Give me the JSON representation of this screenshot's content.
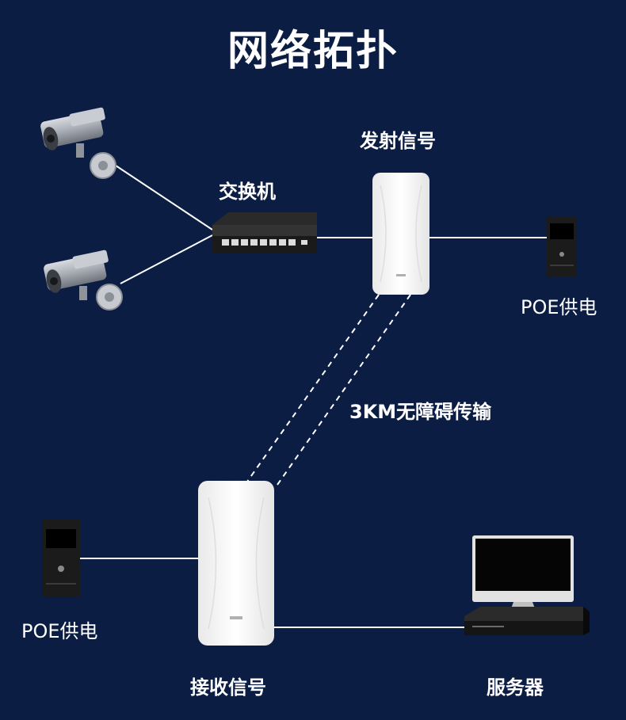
{
  "title": "网络拓扑",
  "labels": {
    "transmitter": "发射信号",
    "switch": "交换机",
    "poe_top": "POE供电",
    "link": "3KM无障碍传输",
    "poe_bottom": "POE供电",
    "receiver": "接收信号",
    "server": "服务器"
  },
  "colors": {
    "background": "#0c1d44",
    "line": "#ffffff",
    "device_white": "#f4f4f4",
    "device_dark": "#1b1b1b"
  },
  "icons": [
    "camera-icon",
    "switch-icon",
    "cpe-icon",
    "poe-injector-icon",
    "monitor-icon",
    "nvr-icon"
  ]
}
